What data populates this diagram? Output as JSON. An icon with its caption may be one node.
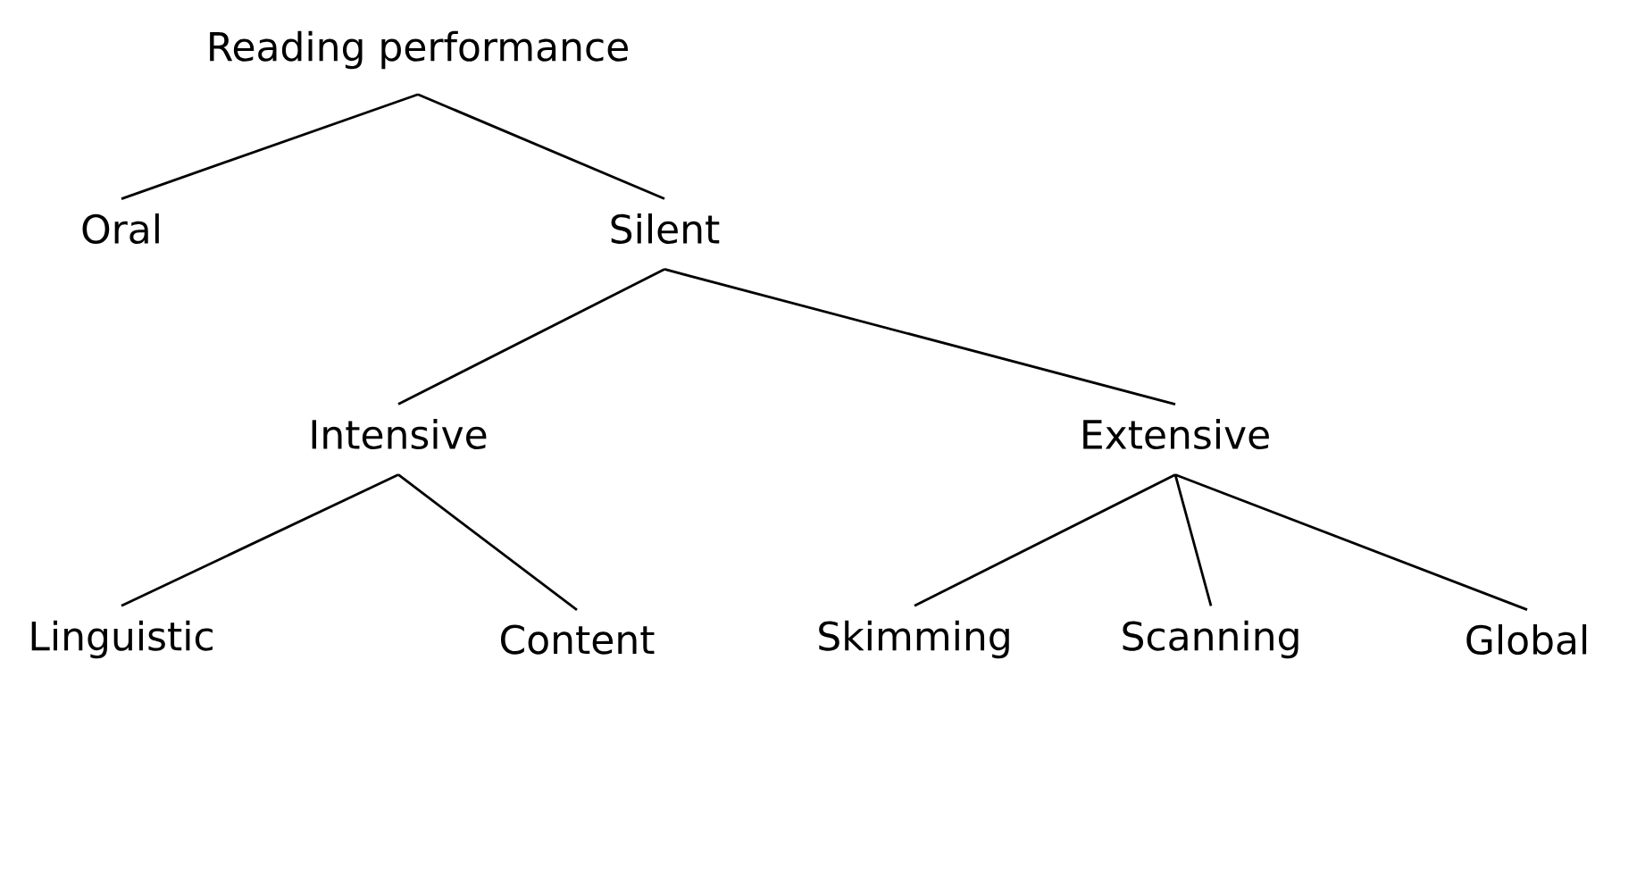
{
  "diagram": {
    "nodes": [
      {
        "text": [
          "Reading performance"
        ]
      },
      {
        "text": [
          "Oral"
        ]
      },
      {
        "text": [
          "Silent"
        ]
      },
      {
        "text": [
          "Intensive"
        ]
      },
      {
        "text": [
          "Extensive"
        ]
      },
      {
        "text": [
          "Linguistic"
        ]
      },
      {
        "text": [
          "Content"
        ]
      },
      {
        "text": [
          "Skimming"
        ]
      },
      {
        "text": [
          "Scanning"
        ]
      },
      {
        "text": [
          "Global"
        ]
      }
    ],
    "edges": [
      {
        "from": 0,
        "to": 1,
        "arrow": "none"
      },
      {
        "from": 0,
        "to": 2,
        "arrow": "none"
      },
      {
        "from": 2,
        "to": 3,
        "arrow": "none"
      },
      {
        "from": 2,
        "to": 4,
        "arrow": "none"
      },
      {
        "from": 3,
        "to": 5,
        "arrow": "none"
      },
      {
        "from": 3,
        "to": 6,
        "arrow": "none"
      },
      {
        "from": 4,
        "to": 7,
        "arrow": "none"
      },
      {
        "from": 4,
        "to": 8,
        "arrow": "none"
      },
      {
        "from": 4,
        "to": 9,
        "arrow": "none"
      }
    ]
  }
}
